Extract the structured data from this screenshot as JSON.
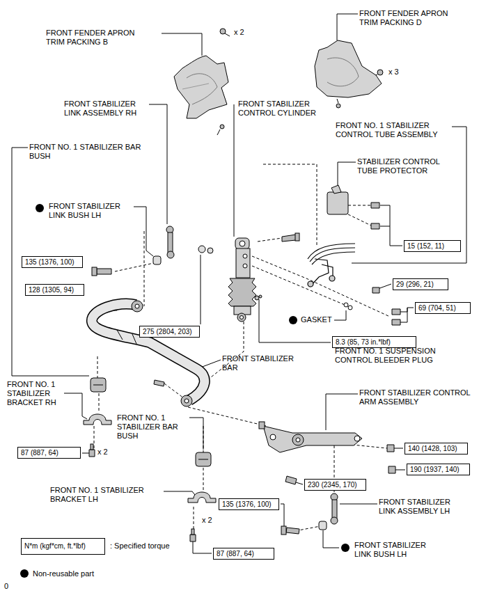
{
  "diagram": {
    "nodes": [
      {
        "text": [
          "15 (152, 11)"
        ]
      },
      {
        "text": [
          "135 (1376, 100)"
        ]
      },
      {
        "text": [
          "128 (1305, 94)"
        ]
      },
      {
        "text": [
          "29 (296, 21)"
        ]
      },
      {
        "text": [
          "69 (704, 51)"
        ]
      },
      {
        "text": [
          "275 (2804, 203)"
        ]
      },
      {
        "text": [
          "8.3 (85, 73 in.*lbf)"
        ]
      },
      {
        "text": [
          "87 (887, 64)"
        ]
      },
      {
        "text": [
          "140 (1428, 103)"
        ]
      },
      {
        "text": [
          "190 (1937, 140)"
        ]
      },
      {
        "text": [
          "230 (2345, 170)"
        ]
      },
      {
        "text": [
          "135 (1376, 100)"
        ]
      },
      {
        "text": [
          "87 (887, 64)"
        ]
      },
      {
        "text": [
          "N*m (kgf*cm, ft.*lbf)"
        ]
      }
    ],
    "labels": [
      "FRONT FENDER APRON TRIM PACKING B",
      "x 2",
      "FRONT FENDER APRON TRIM PACKING D",
      "x 3",
      "FRONT STABILIZER LINK ASSEMBLY RH",
      "FRONT STABILIZER CONTROL CYLINDER",
      "FRONT NO. 1 STABILIZER CONTROL TUBE ASSEMBLY",
      "FRONT NO. 1 STABILIZER BAR BUSH",
      "STABILIZER CONTROL TUBE PROTECTOR",
      "FRONT STABILIZER LINK BUSH LH",
      "GASKET",
      "FRONT NO. 1 SUSPENSION CONTROL BLEEDER PLUG",
      "FRONT STABILIZER BAR",
      "FRONT NO. 1 STABILIZER BRACKET RH",
      "FRONT STABILIZER CONTROL ARM ASSEMBLY",
      "FRONT NO. 1 STABILIZER BAR BUSH",
      "x 2",
      "FRONT NO. 1 STABILIZER BRACKET LH",
      "FRONT STABILIZER LINK ASSEMBLY LH",
      "x 2",
      "FRONT STABILIZER LINK BUSH LH",
      "0"
    ],
    "legend": [
      {
        "text": ": Specified torque"
      },
      {
        "text": "Non-reusable part"
      }
    ]
  }
}
